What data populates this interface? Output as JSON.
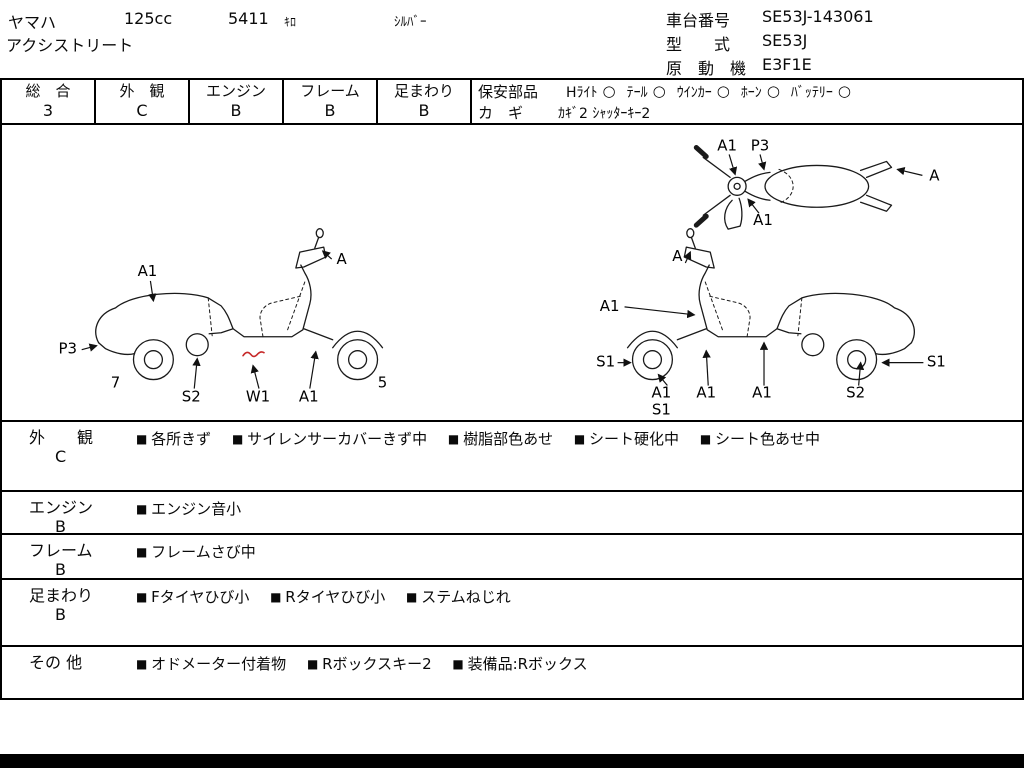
{
  "header": {
    "maker": "ヤマハ",
    "displacement": "125cc",
    "mileage": "5411",
    "mileage_unit": "ｷﾛ",
    "color": "ｼﾙﾊﾞｰ",
    "model_name": "アクシストリート",
    "chassis_label": "車台番号",
    "chassis_value": "SE53J-143061",
    "model_label": "型　　式",
    "model_value": "SE53J",
    "engine_label": "原　動　機",
    "engine_value": "E3F1E"
  },
  "ratings": [
    {
      "label": "総　合",
      "value": "3"
    },
    {
      "label": "外　観",
      "value": "C"
    },
    {
      "label": "エンジン",
      "value": "B"
    },
    {
      "label": "フレーム",
      "value": "B"
    },
    {
      "label": "足まわり",
      "value": "B"
    }
  ],
  "safety": {
    "label": "保安部品",
    "items": [
      {
        "name": "Hﾗｲﾄ",
        "mark": "○"
      },
      {
        "name": "ﾃｰﾙ",
        "mark": "○"
      },
      {
        "name": "ｳｲﾝｶｰ",
        "mark": "○"
      },
      {
        "name": "ﾎｰﾝ",
        "mark": "○"
      },
      {
        "name": "ﾊﾞｯﾃﾘｰ",
        "mark": "○"
      }
    ],
    "key_label": "カ　ギ",
    "key_value": "ｶｷﾞ2 ｼｬｯﾀｰｷｰ2"
  },
  "diagram": {
    "top_view": {
      "a1": "A1",
      "p3": "P3",
      "a": "A",
      "a1_front": "A1"
    },
    "left_view": {
      "a1_seat": "A1",
      "a_mirror": "A",
      "p3_rear": "P3",
      "rear_wheel_num": "7",
      "s2": "S2",
      "w1": "W1",
      "a1_front": "A1",
      "front_wheel_num": "5"
    },
    "right_view": {
      "a_mirror": "A",
      "a1_shield": "A1",
      "s1_front": "S1",
      "a1_fw": "A1",
      "s1_fw": "S1",
      "a1_body": "A1",
      "a1_floor": "A1",
      "s2_rear": "S2",
      "s1_rear": "S1"
    }
  },
  "conditions": [
    {
      "label": "外　　観",
      "grade": "C",
      "notes": [
        "各所きず",
        "サイレンサーカバーきず中",
        "樹脂部色あせ",
        "シート硬化中",
        "シート色あせ中"
      ]
    },
    {
      "label": "エンジン",
      "grade": "B",
      "notes": [
        "エンジン音小"
      ]
    },
    {
      "label": "フレーム",
      "grade": "B",
      "notes": [
        "フレームさび中"
      ]
    },
    {
      "label": "足まわり",
      "grade": "B",
      "notes": [
        "Fタイヤひび小",
        "Rタイヤひび小",
        "ステムねじれ"
      ]
    },
    {
      "label": "その 他",
      "grade": "",
      "notes": [
        "オドメーター付着物",
        "Rボックスキー2",
        "装備品:Rボックス"
      ]
    }
  ],
  "colors": {
    "ink": "#1a1a1a",
    "wear_mark": "#c62828",
    "bottom_bar": "#000000"
  }
}
